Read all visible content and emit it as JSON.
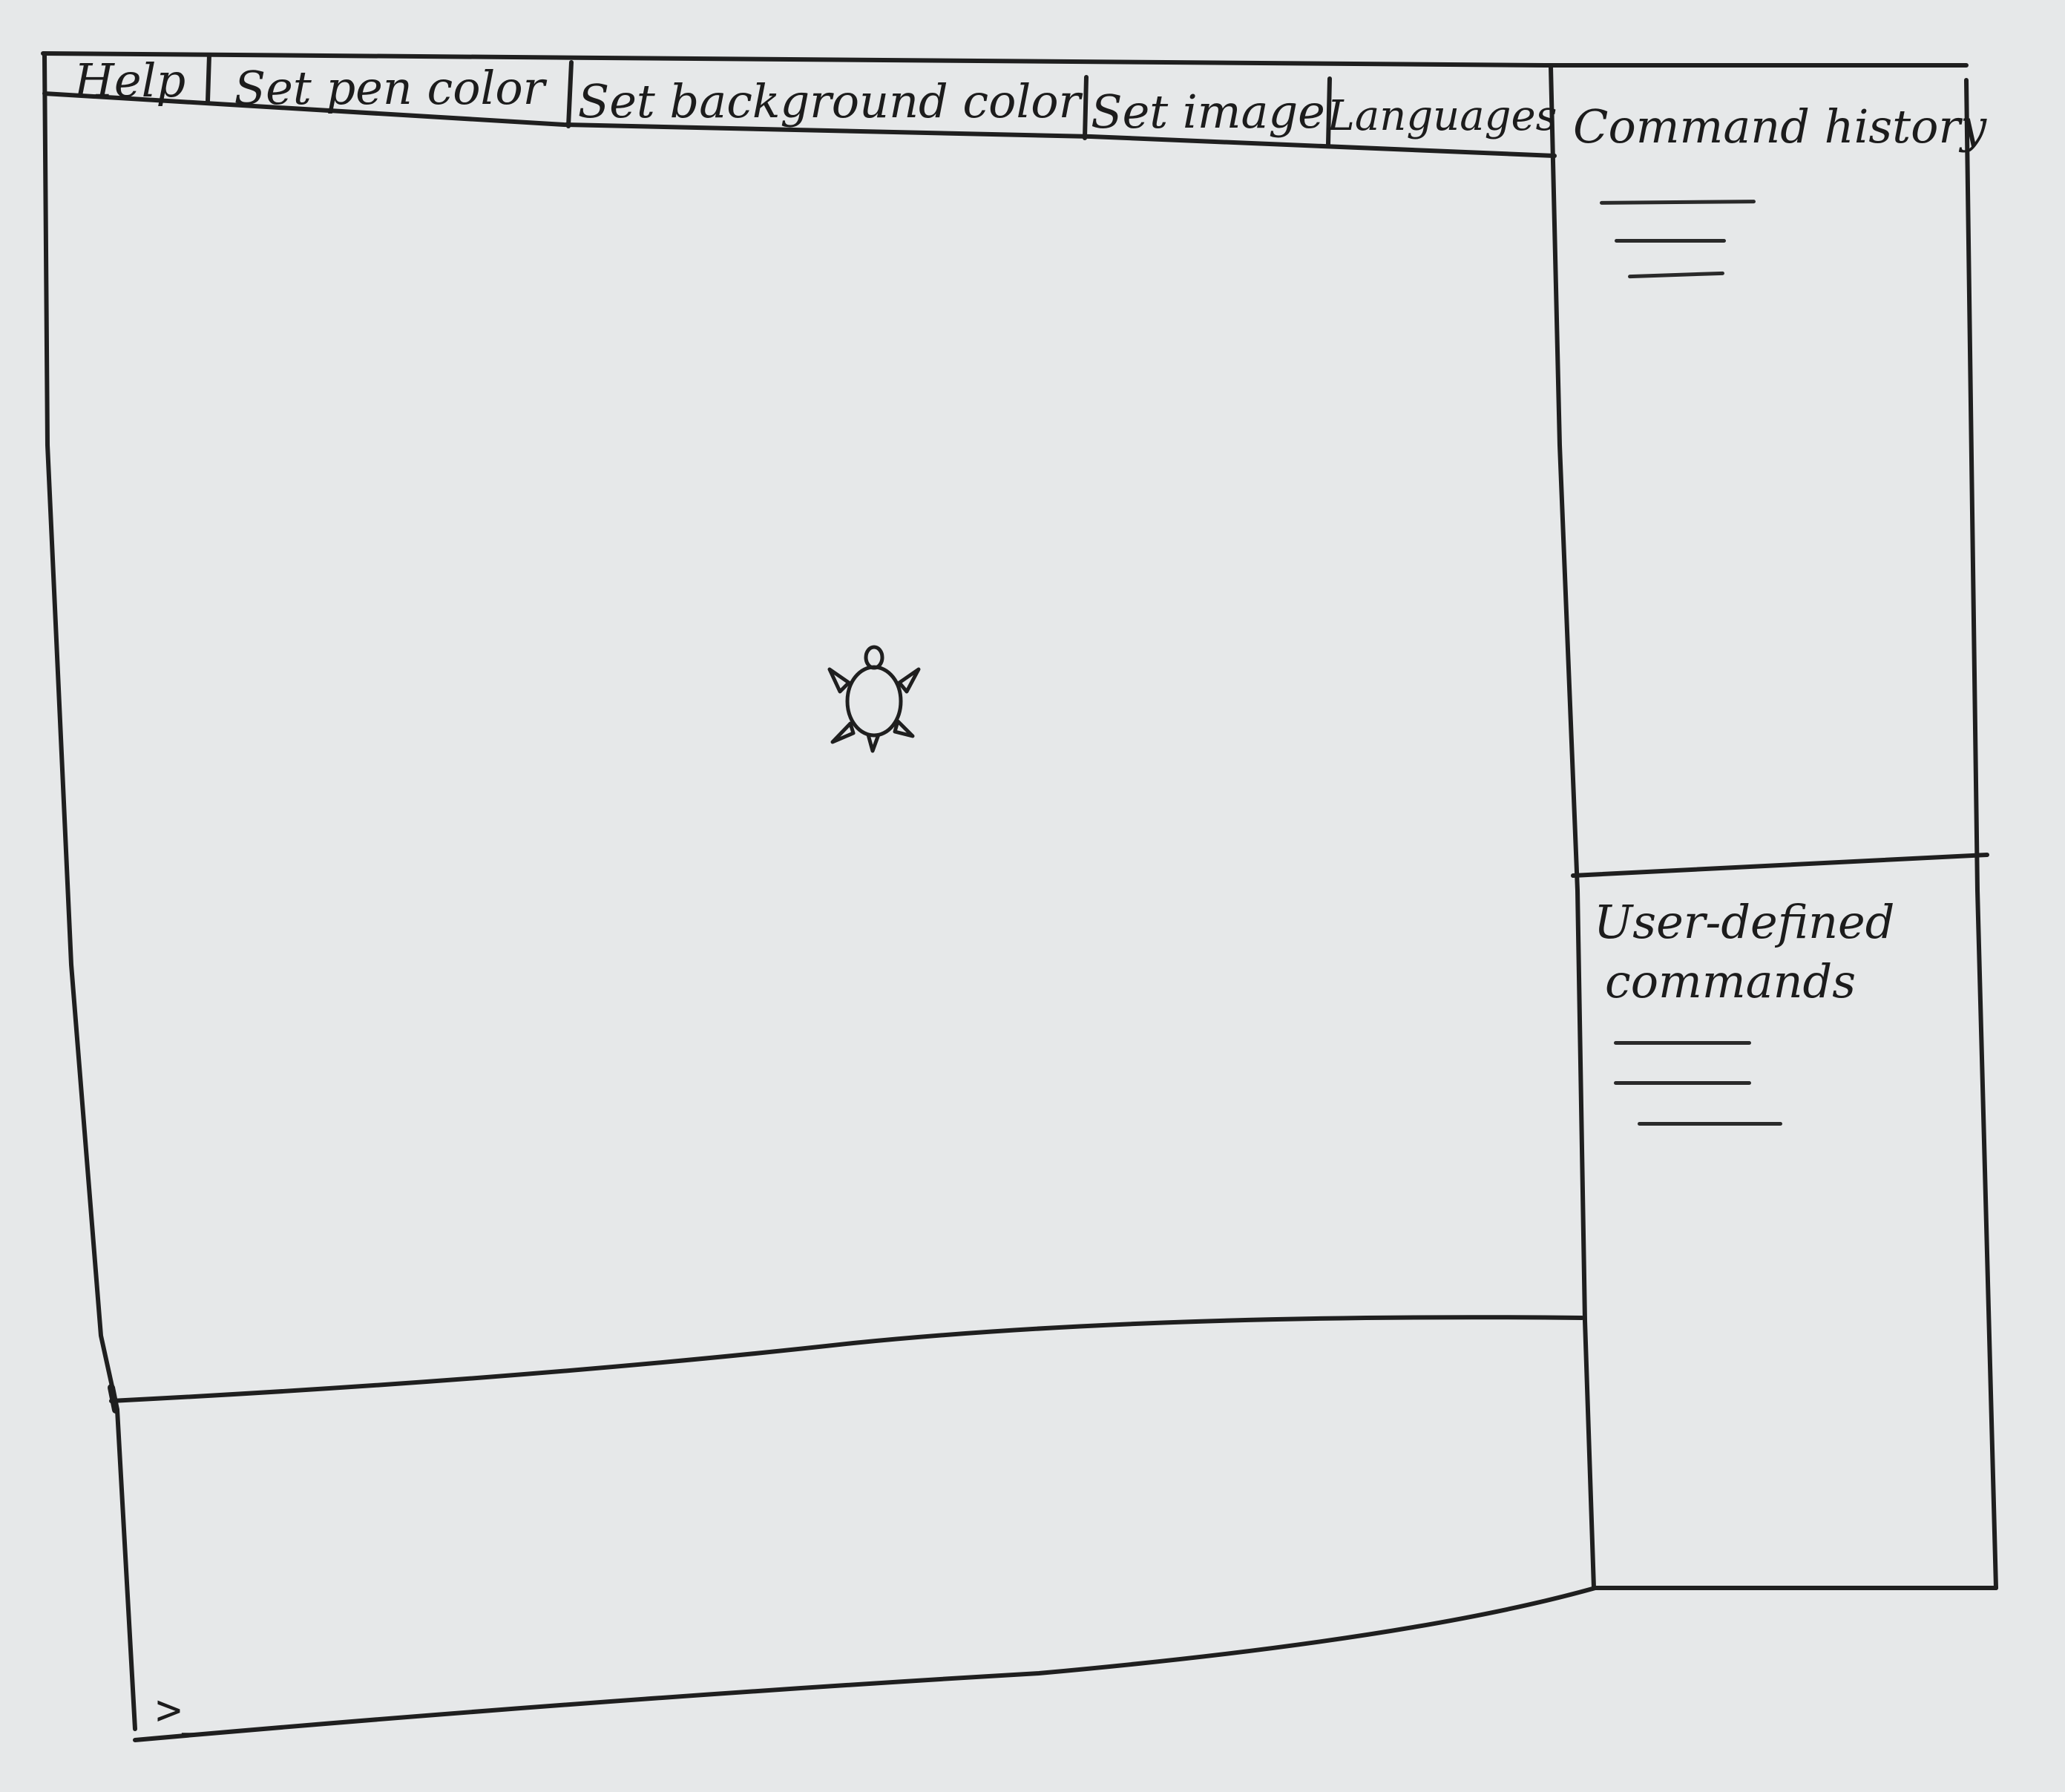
{
  "menu": {
    "items": [
      {
        "label": "Help"
      },
      {
        "label": "Set pen color"
      },
      {
        "label": "Set background color"
      },
      {
        "label": "Set image"
      },
      {
        "label": "Languages"
      }
    ]
  },
  "sidebar": {
    "history": {
      "title": "Command history"
    },
    "user_commands": {
      "title_line1": "User-defined",
      "title_line2": "commands"
    }
  },
  "console": {
    "prompt": ">_"
  },
  "canvas": {
    "turtle_icon": "turtle-icon"
  }
}
